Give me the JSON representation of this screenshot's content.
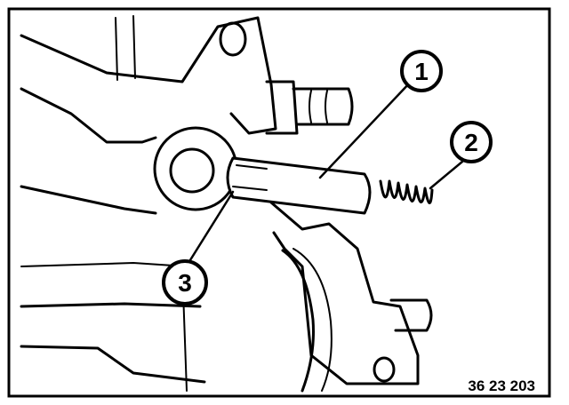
{
  "figure": {
    "callouts": [
      {
        "label": "1"
      },
      {
        "label": "2"
      },
      {
        "label": "3"
      }
    ],
    "reference_code": "36 23 203"
  },
  "colors": {
    "ink": "#000000",
    "paper": "#ffffff",
    "shade": "#cfcfcf"
  }
}
